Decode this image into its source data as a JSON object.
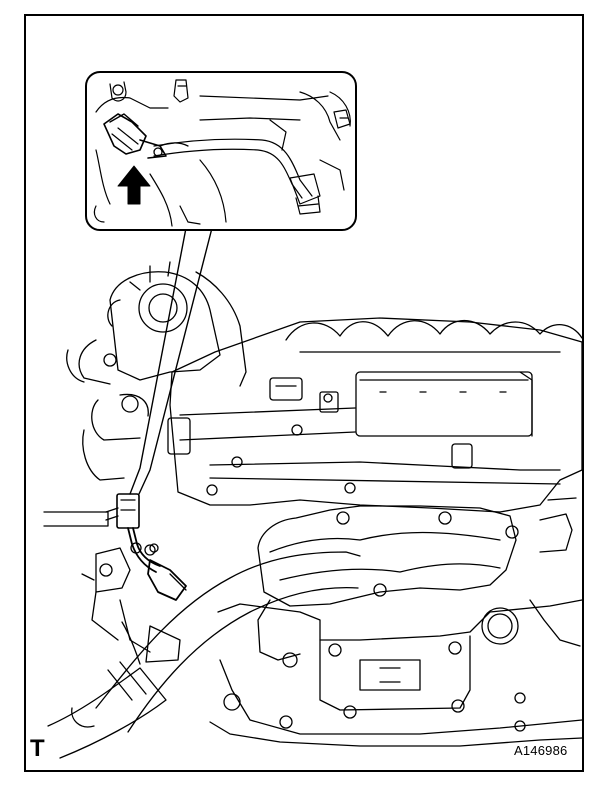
{
  "figure": {
    "corner_letter": "T",
    "reference_code": "A146986",
    "colors": {
      "ink": "#000000",
      "paper": "#ffffff"
    }
  },
  "elements": {
    "inset_view": "detail-callout",
    "arrow": "up-arrow-icon",
    "connector": "sensor-connector",
    "engine": "engine-block-line-art"
  }
}
